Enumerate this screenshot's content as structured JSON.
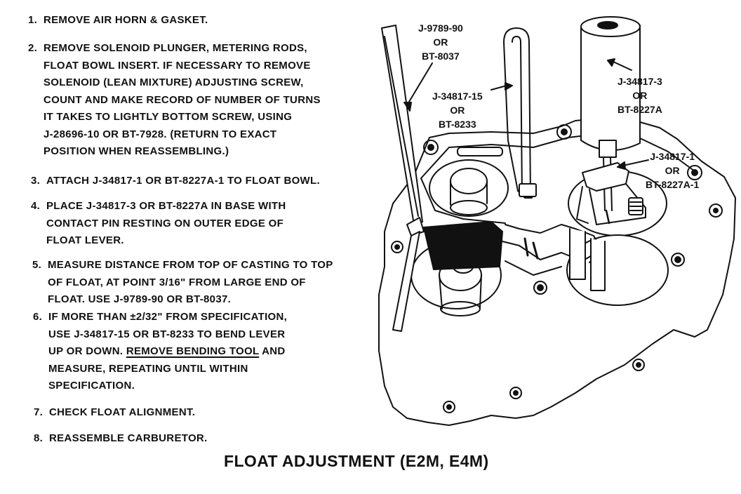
{
  "steps": [
    {
      "number": "1.",
      "lines": [
        "REMOVE AIR HORN & GASKET."
      ]
    },
    {
      "number": "2.",
      "lines": [
        "REMOVE SOLENOID PLUNGER, METERING RODS,",
        "FLOAT BOWL INSERT. IF NECESSARY TO REMOVE",
        "SOLENOID (LEAN MIXTURE) ADJUSTING SCREW,",
        "COUNT AND MAKE RECORD OF NUMBER OF TURNS",
        "IT TAKES TO LIGHTLY BOTTOM SCREW, USING",
        "J-28696-10 OR BT-7928. (RETURN TO EXACT",
        "POSITION WHEN REASSEMBLING.)"
      ]
    },
    {
      "number": "3.",
      "lines": [
        "ATTACH J-34817-1 OR BT-8227A-1 TO FLOAT BOWL."
      ]
    },
    {
      "number": "4.",
      "lines": [
        "PLACE J-34817-3 OR BT-8227A IN BASE WITH",
        "CONTACT  PIN RESTING ON OUTER EDGE OF",
        "FLOAT LEVER."
      ]
    },
    {
      "number": "5.",
      "lines": [
        "MEASURE DISTANCE FROM TOP OF CASTING TO TOP",
        "OF FLOAT, AT POINT 3/16\" FROM LARGE END OF",
        "FLOAT. USE J-9789-90 OR BT-8037."
      ]
    },
    {
      "number": "6.",
      "lines": [
        "IF MORE THAN ±2/32\" FROM SPECIFICATION,",
        "USE J-34817-15 OR BT-8233 TO BEND LEVER",
        "UP OR DOWN.",
        "REMOVE BENDING TOOL",
        "AND",
        "MEASURE, REPEATING UNTIL WITHIN",
        "SPECIFICATION."
      ]
    },
    {
      "number": "7.",
      "lines": [
        "CHECK FLOAT ALIGNMENT."
      ]
    },
    {
      "number": "8.",
      "lines": [
        "REASSEMBLE CARBURETOR."
      ]
    }
  ],
  "callouts": [
    {
      "lines": [
        "J-9789-90",
        "OR",
        "BT-8037"
      ]
    },
    {
      "lines": [
        "J-34817-15",
        "OR",
        "BT-8233"
      ]
    },
    {
      "lines": [
        "J-34817-3",
        "OR",
        "BT-8227A"
      ]
    },
    {
      "lines": [
        "J-34817-1",
        "OR",
        "BT-8227A-1"
      ]
    }
  ],
  "title": "FLOAT ADJUSTMENT (E2M, E4M)"
}
